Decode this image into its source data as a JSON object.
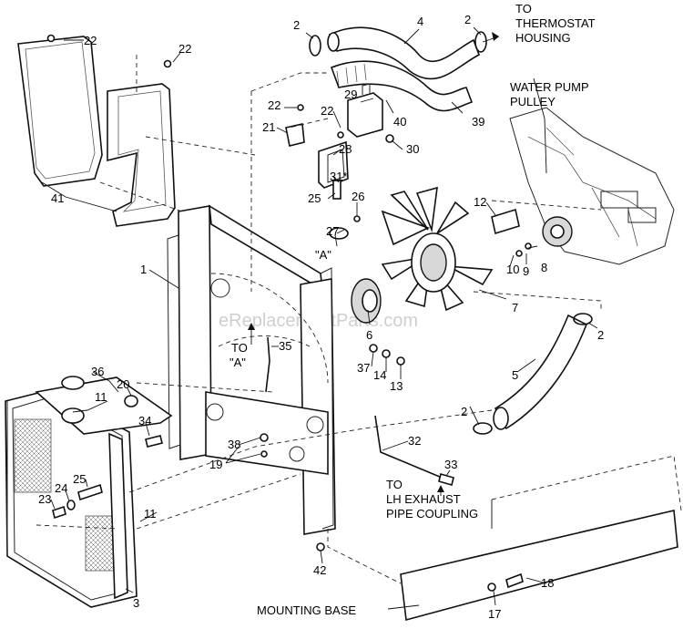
{
  "callouts": {
    "c1": "1",
    "c2a": "2",
    "c2b": "2",
    "c2c": "2",
    "c2d": "2",
    "c3": "3",
    "c4": "4",
    "c5": "5",
    "c6": "6",
    "c7": "7",
    "c8": "8",
    "c9": "9",
    "c10": "10",
    "c11a": "11",
    "c11b": "11",
    "c12": "12",
    "c13": "13",
    "c14": "14",
    "c17": "17",
    "c18": "18",
    "c19": "19",
    "c20": "20",
    "c21": "21",
    "c22a": "22",
    "c22b": "22",
    "c22c": "22",
    "c22d": "22",
    "c23": "23",
    "c24": "24",
    "c25a": "25",
    "c25b": "25",
    "c26": "26",
    "c27": "27",
    "c28": "28",
    "c29": "29",
    "c30": "30",
    "c31": "31*",
    "c32": "32",
    "c33": "33",
    "c34": "34",
    "c35": "35",
    "c36": "36",
    "c37": "37",
    "c38": "38",
    "c39": "39",
    "c40": "40",
    "c41": "41",
    "c42": "42"
  },
  "notes": {
    "thermostat_1": "TO",
    "thermostat_2": "THERMOSTAT",
    "thermostat_3": "HOUSING",
    "pulley_1": "WATER PUMP",
    "pulley_2": "PULLEY",
    "view_a_1": "\"A\"",
    "view_a_to": "TO",
    "view_a_2": "\"A\"",
    "exhaust_1": "TO",
    "exhaust_2": "LH EXHAUST",
    "exhaust_3": "PIPE COUPLING",
    "mounting_base": "MOUNTING BASE"
  },
  "watermark": "eReplacementParts.com"
}
